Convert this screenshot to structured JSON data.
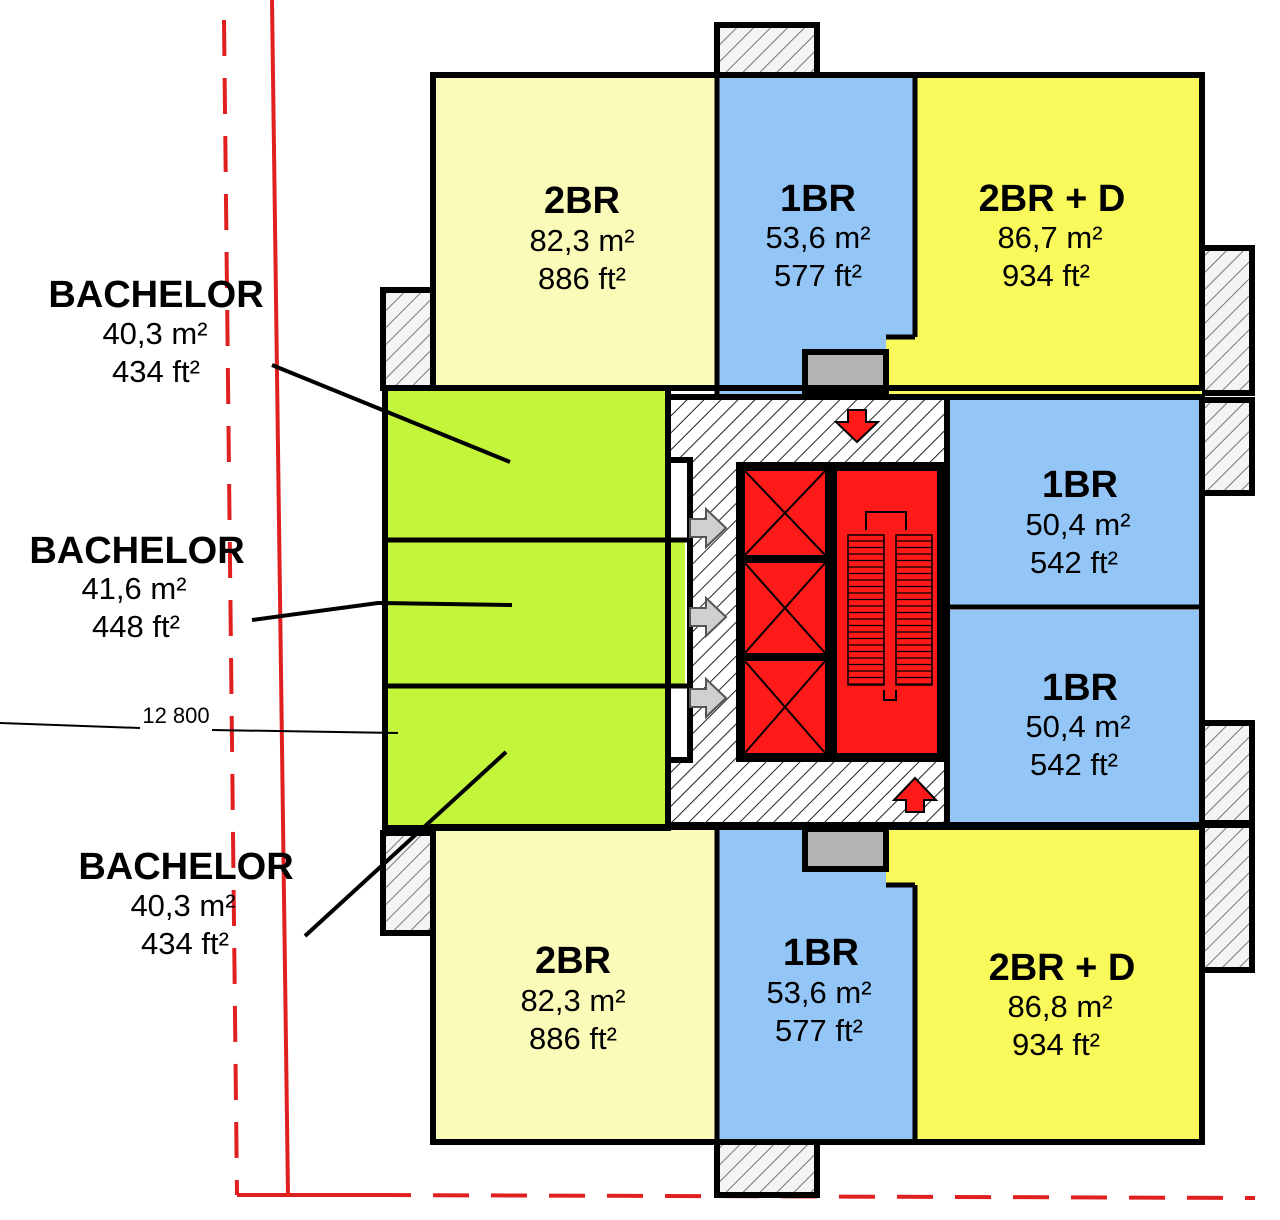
{
  "colors": {
    "two_br": "#fbfbb9",
    "one_br": "#94c5f7",
    "two_br_d": "#f9f95b",
    "bachelor": "#c3f53a",
    "core_red": "#ff1a1a",
    "balcony_gray": "#b3b3b3",
    "property_line": "#e02020"
  },
  "units": {
    "top_left": {
      "type": "2BR",
      "area_m2": "82,3 m²",
      "area_ft2": "886 ft²"
    },
    "top_center": {
      "type": "1BR",
      "area_m2": "53,6 m²",
      "area_ft2": "577 ft²"
    },
    "top_right": {
      "type": "2BR + D",
      "area_m2": "86,7 m²",
      "area_ft2": "934 ft²"
    },
    "right_upper": {
      "type": "1BR",
      "area_m2": "50,4 m²",
      "area_ft2": "542 ft²"
    },
    "right_lower": {
      "type": "1BR",
      "area_m2": "50,4 m²",
      "area_ft2": "542 ft²"
    },
    "bottom_left": {
      "type": "2BR",
      "area_m2": "82,3 m²",
      "area_ft2": "886 ft²"
    },
    "bottom_center": {
      "type": "1BR",
      "area_m2": "53,6 m²",
      "area_ft2": "577 ft²"
    },
    "bottom_right": {
      "type": "2BR + D",
      "area_m2": "86,8 m²",
      "area_ft2": "934 ft²"
    }
  },
  "bachelor_labels": [
    {
      "type": "BACHELOR",
      "area_m2": "40,3 m²",
      "area_ft2": "434 ft²"
    },
    {
      "type": "BACHELOR",
      "area_m2": "41,6 m²",
      "area_ft2": "448 ft²"
    },
    {
      "type": "BACHELOR",
      "area_m2": "40,3 m²",
      "area_ft2": "434 ft²"
    }
  ],
  "dimension": {
    "label": "12 800"
  },
  "icons": [
    "elevator-icon",
    "stair-icon",
    "exit-arrow-icon",
    "entry-arrow-icon"
  ]
}
